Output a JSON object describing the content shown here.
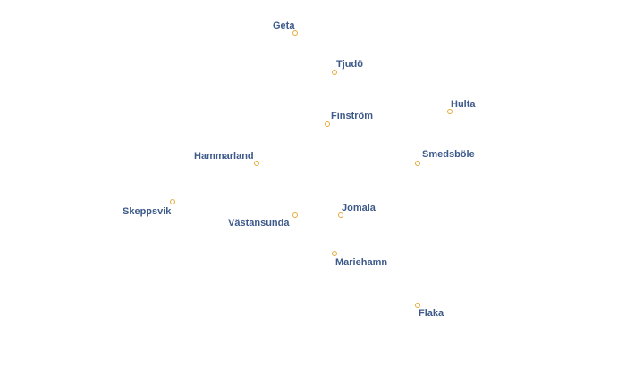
{
  "map": {
    "marker_color": "#e8a93a",
    "label_color": "#3d5a8a",
    "places": [
      {
        "name": "Geta"
      },
      {
        "name": "Tjudö"
      },
      {
        "name": "Hulta"
      },
      {
        "name": "Finström"
      },
      {
        "name": "Smedsböle"
      },
      {
        "name": "Hammarland"
      },
      {
        "name": "Skeppsvik"
      },
      {
        "name": "Västansunda"
      },
      {
        "name": "Jomala"
      },
      {
        "name": "Mariehamn"
      },
      {
        "name": "Flaka"
      }
    ]
  }
}
